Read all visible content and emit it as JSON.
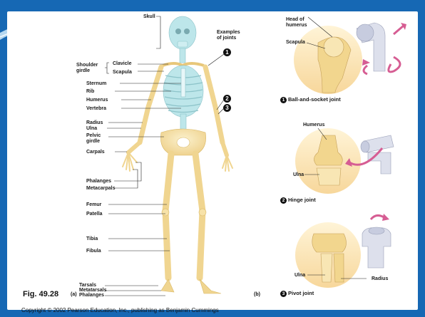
{
  "figure": {
    "fig_label": "Fig. 49.28",
    "panel_a": "(a)",
    "panel_b": "(b)",
    "copyright": "Copyright © 2002 Pearson Education, Inc., publishing as Benjamin Cummings"
  },
  "skeleton_labels": {
    "skull": "Skull",
    "examples_of_joints": "Examples of joints",
    "shoulder_girdle": "Shoulder girdle",
    "clavicle": "Clavicle",
    "scapula": "Scapula",
    "sternum": "Sternum",
    "rib": "Rib",
    "humerus": "Humerus",
    "vertebra": "Vertebra",
    "radius": "Radius",
    "ulna": "Ulna",
    "pelvic_girdle": "Pelvic girdle",
    "carpals": "Carpals",
    "phalanges_hand": "Phalanges",
    "metacarpals": "Metacarpals",
    "femur": "Femur",
    "patella": "Patella",
    "tibia": "Tibia",
    "fibula": "Fibula",
    "tarsals": "Tarsals",
    "metatarsals": "Metatarsals",
    "phalanges_foot": "Phalanges"
  },
  "joints": {
    "ball_socket": {
      "num": "1",
      "title": "Ball-and-socket joint",
      "head_of_humerus": "Head of humerus",
      "scapula": "Scapula"
    },
    "hinge": {
      "num": "2",
      "title": "Hinge joint",
      "humerus": "Humerus",
      "ulna": "Ulna"
    },
    "pivot": {
      "num": "3",
      "title": "Pivot joint",
      "ulna": "Ulna",
      "radius": "Radius"
    }
  },
  "colors": {
    "frame_blue": "#1668b4",
    "bone": "#f3dfa0",
    "cartilage": "#bde6ea",
    "arrow_pink": "#d65d93"
  }
}
